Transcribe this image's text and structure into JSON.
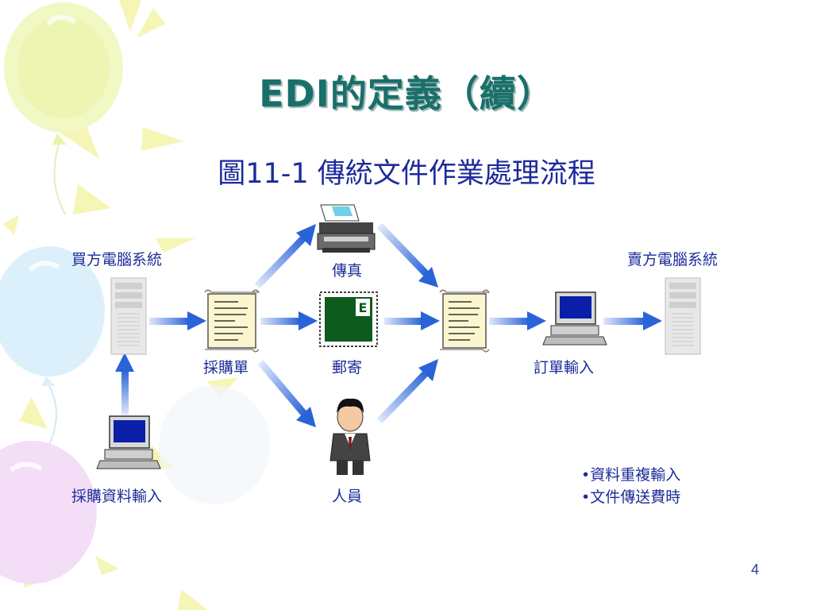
{
  "title": "EDI的定義（續）",
  "subtitle": "圖11-1  傳統文件作業處理流程",
  "labels": {
    "buyer_system": "買方電腦系統",
    "seller_system": "賣方電腦系統",
    "fax": "傳真",
    "mail": "郵寄",
    "purchase_order": "採購單",
    "order_entry": "訂單輸入",
    "personnel": "人員",
    "purchase_data_entry": "採購資料輸入"
  },
  "notes": [
    "•資料重複輸入",
    "•文件傳送費時"
  ],
  "page_number": "4",
  "icons": {
    "fax": "fax-machine-icon",
    "mail": "postage-stamp-icon",
    "person": "businessman-icon",
    "document": "document-scroll-icon",
    "computer": "desktop-computer-icon",
    "server": "server-tower-icon"
  },
  "colors": {
    "title": "#1a6f6a",
    "text": "#1c2b9a",
    "arrow": "#2a63d8",
    "balloon_yellow": "#eef7b4",
    "balloon_blue": "#d6edfb",
    "balloon_pink": "#f1d6f6"
  }
}
